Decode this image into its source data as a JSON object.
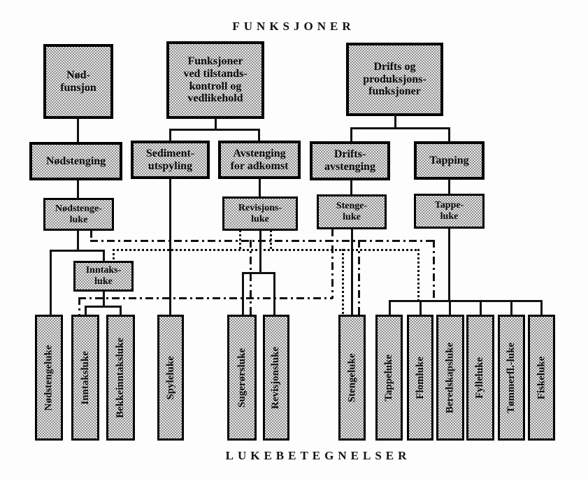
{
  "titles": {
    "top": "FUNKSJONER",
    "bottom": "LUKEBETEGNELSER"
  },
  "functions_level1": [
    "Nød-\nfunsjon",
    "Funksjoner\nved tilstands-\nkontroll og\nvedlikehold",
    "Drifts og\nproduksjons-\nfunksjoner"
  ],
  "functions_level2": [
    "Nødstenging",
    "Sediment-\nutspyling",
    "Avstenging\nfor adkomst",
    "Drifts-\navstenging",
    "Tapping"
  ],
  "gate_groups": [
    "Nødstenge-\nluke",
    "Revisjons-\nluke",
    "Stenge-\nluke",
    "Tappe-\nluke",
    "Inntaks-\nluke"
  ],
  "gates": [
    "Nødstengeluke",
    "Inntaksluke",
    "Bekkeinntaksluke",
    "Spyleluke",
    "Sugerørsluke",
    "Revisjonsluke",
    "Stengeluke",
    "Tappeluke",
    "Flomluke",
    "Beredskapsluke",
    "Fylleluke",
    "Tømmerfl.-luke",
    "Fiskeluke"
  ],
  "colors": {
    "line": "#111111",
    "box_fill_halftone_dark": "#8f8f8f",
    "box_fill_halftone_light": "#eaeaea",
    "border": "#000000"
  }
}
